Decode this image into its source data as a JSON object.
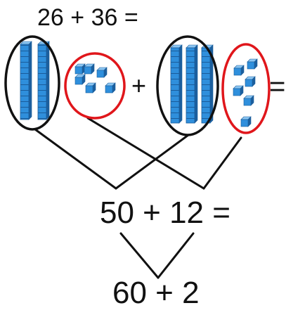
{
  "equation_top": "26 + 36 =",
  "operator_plus": "+",
  "operator_equals": "=",
  "equation_step": "50 + 12 =",
  "equation_final": "60 + 2",
  "colors": {
    "tens_circle": "#111111",
    "ones_circle": "#e0161b",
    "block_face": "#2f8fdc",
    "block_top": "#8cc6f2",
    "block_side": "#1c5f9e",
    "lines": "#111111"
  },
  "blocks": {
    "first_number": {
      "tens_rods": 2,
      "ones_cubes": 6
    },
    "second_number": {
      "tens_rods": 3,
      "ones_cubes": 6
    }
  }
}
